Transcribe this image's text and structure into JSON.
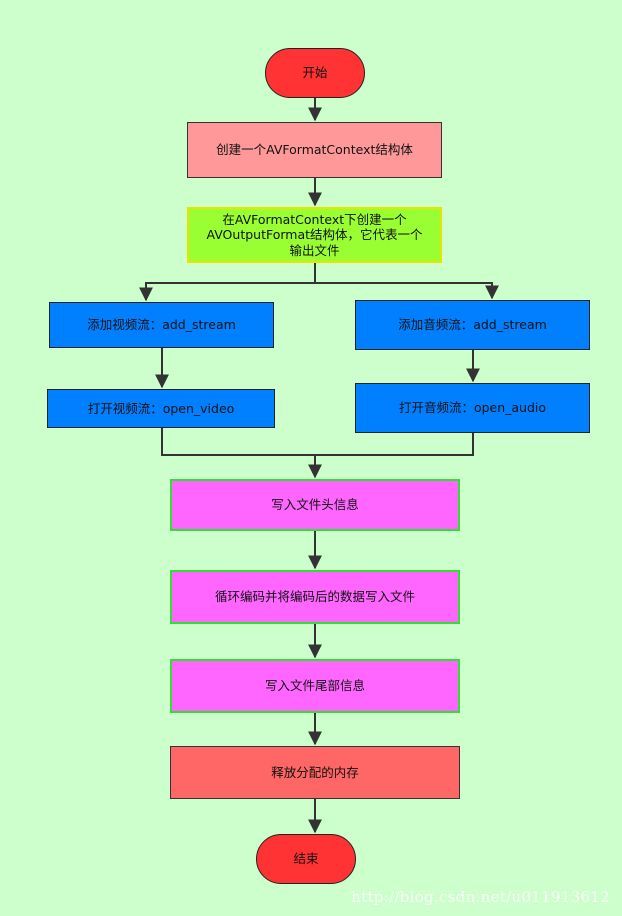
{
  "nodes": {
    "start": "开始",
    "create_context": "创建一个AVFormatContext结构体",
    "create_output": "在AVFormatContext下创建一个AVOutputFormat结构体，它代表一个输出文件",
    "add_video": "添加视频流：add_stream",
    "add_audio": "添加音频流：add_stream",
    "open_video": "打开视频流：open_video",
    "open_audio": "打开音频流：open_audio",
    "write_header": "写入文件头信息",
    "encode_loop": "循环编码并将编码后的数据写入文件",
    "write_trailer": "写入文件尾部信息",
    "free_memory": "释放分配的内存",
    "end": "结束"
  },
  "watermark": "http://blog.csdn.net/u011913612",
  "colors": {
    "background": "#ccffcc",
    "terminal": "#ff3333",
    "pink": "#ff9999",
    "lime": "#99ff33",
    "blue": "#007fff",
    "magenta": "#ff66ff",
    "red": "#ff6666",
    "connector": "#333333"
  }
}
